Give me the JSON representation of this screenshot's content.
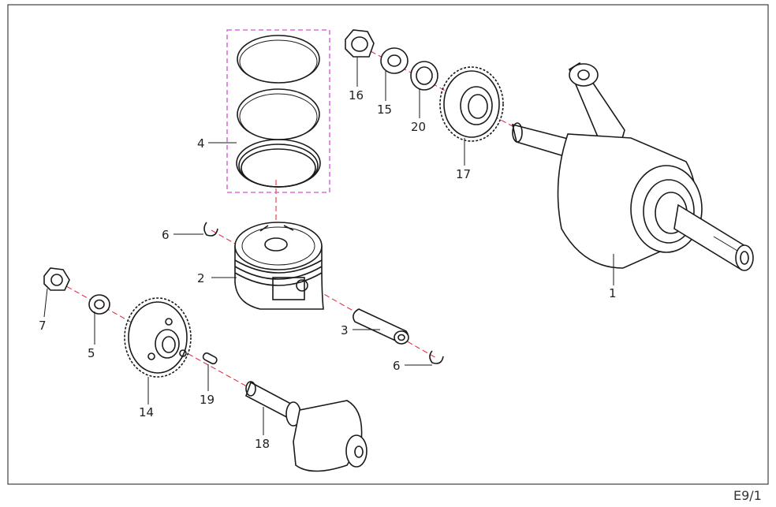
{
  "diagram": {
    "reference_code": "E9/1",
    "colors": {
      "line": "#1a1a1a",
      "axis_dash": "#e0203a",
      "group_box": "#d44fd4",
      "background": "#ffffff"
    },
    "callouts": [
      {
        "id": "c1",
        "label": "1"
      },
      {
        "id": "c2",
        "label": "2"
      },
      {
        "id": "c3",
        "label": "3"
      },
      {
        "id": "c4",
        "label": "4"
      },
      {
        "id": "c5",
        "label": "5"
      },
      {
        "id": "c6a",
        "label": "6"
      },
      {
        "id": "c6b",
        "label": "6"
      },
      {
        "id": "c7",
        "label": "7"
      },
      {
        "id": "c14",
        "label": "14"
      },
      {
        "id": "c15",
        "label": "15"
      },
      {
        "id": "c16",
        "label": "16"
      },
      {
        "id": "c17",
        "label": "17"
      },
      {
        "id": "c18",
        "label": "18"
      },
      {
        "id": "c19",
        "label": "19"
      },
      {
        "id": "c20",
        "label": "20"
      }
    ]
  }
}
